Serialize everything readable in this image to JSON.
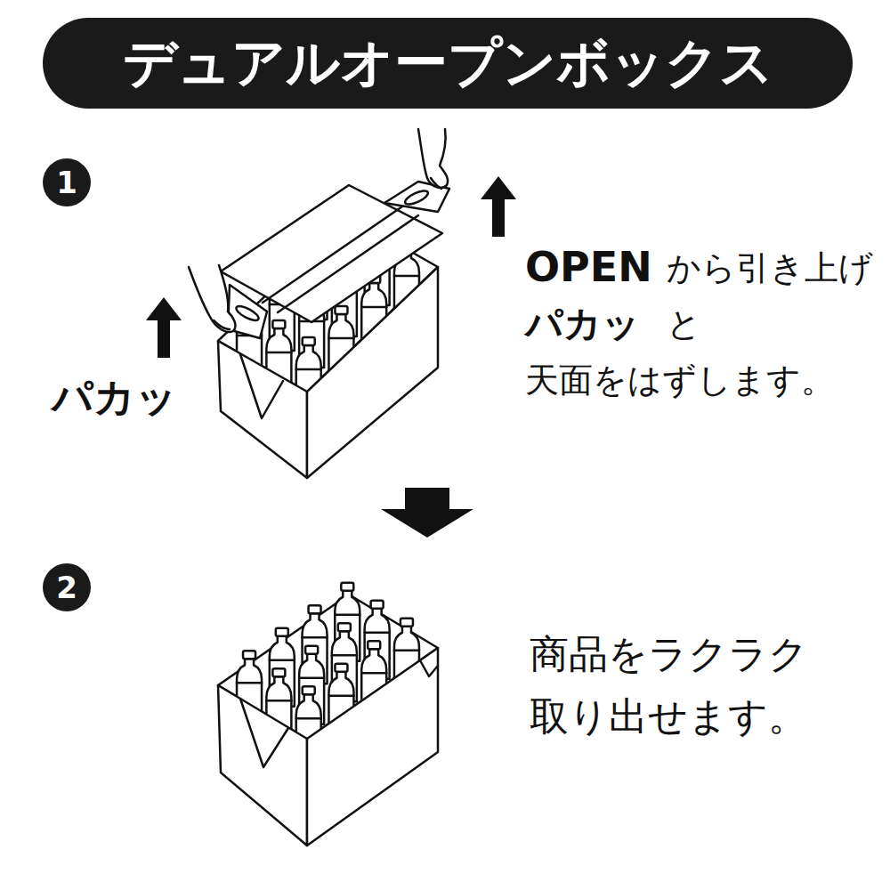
{
  "diagram": {
    "title": "デュアルオープンボックス",
    "nodes": [
      {
        "text": [
          "1"
        ]
      },
      {
        "text": [
          "2"
        ]
      }
    ],
    "labels": [
      "パカッ",
      "OPEN",
      "から引き上げ",
      "パカッ",
      "と",
      "天面をはずします。",
      "商品をラクラク",
      "取り出せます。"
    ]
  }
}
